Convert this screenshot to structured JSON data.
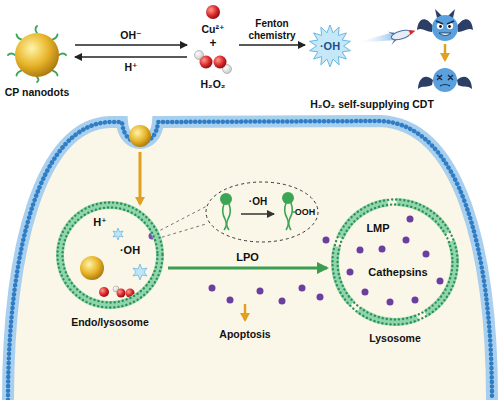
{
  "diagram": {
    "nodes": [
      {
        "text": [
          "CP nanodots"
        ]
      },
      {
        "text": [
          "Cu²⁺",
          "H₂O₂"
        ]
      },
      {
        "text": [
          "·OH"
        ]
      },
      {
        "text": [
          "Endo/lysosome",
          "H⁺",
          "·OH"
        ]
      },
      {
        "text": [
          "·OH",
          "OOH"
        ]
      },
      {
        "text": [
          "Lysosome",
          "LMP",
          "Cathepsins"
        ]
      }
    ],
    "edges": [
      {
        "from": 0,
        "to": 1,
        "label": "OH⁻",
        "arrow": "to"
      },
      {
        "from": 1,
        "to": 0,
        "label": "H⁺",
        "arrow": "to"
      },
      {
        "from": 1,
        "to": 2,
        "label": "Fenton chemistry",
        "arrow": "to"
      },
      {
        "from": 3,
        "to": 5,
        "label": "LPO",
        "arrow": "to"
      }
    ],
    "labels": [
      "+",
      "H₂O₂ self-supplying CDT",
      "Apoptosis"
    ]
  }
}
